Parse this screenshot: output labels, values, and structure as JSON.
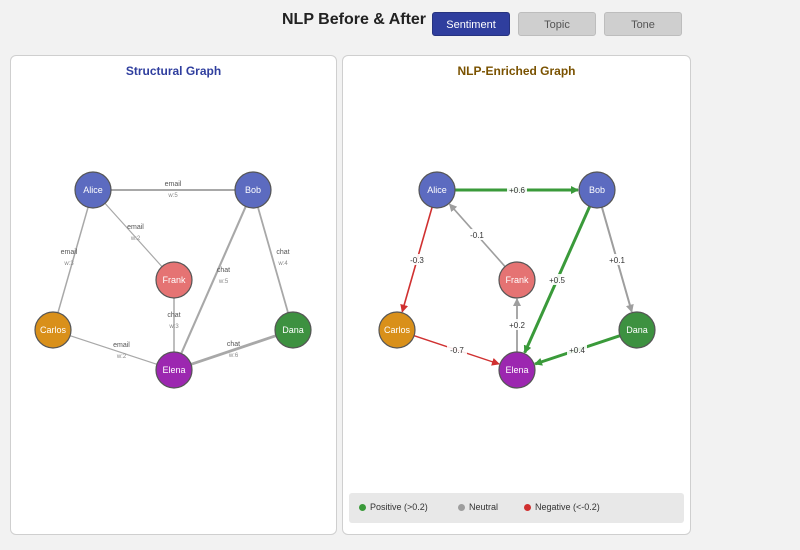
{
  "header": {
    "title": "NLP Before & After",
    "tabs": [
      {
        "label": "Sentiment",
        "active": true
      },
      {
        "label": "Topic",
        "active": false
      },
      {
        "label": "Tone",
        "active": false
      }
    ]
  },
  "colors": {
    "accent": "#2f3e9e",
    "positive": "#3a9a3a",
    "neutral": "#9e9e9e",
    "negative": "#d03030",
    "structural_title": "#2f3e9e",
    "enriched_title": "#7a5200"
  },
  "nodes": [
    {
      "id": "alice",
      "label": "Alice",
      "color": "#5c6bc0"
    },
    {
      "id": "bob",
      "label": "Bob",
      "color": "#5c6bc0"
    },
    {
      "id": "frank",
      "label": "Frank",
      "color": "#e57373"
    },
    {
      "id": "carlos",
      "label": "Carlos",
      "color": "#d9901a"
    },
    {
      "id": "dana",
      "label": "Dana",
      "color": "#3d9140"
    },
    {
      "id": "elena",
      "label": "Elena",
      "color": "#9c27b0"
    }
  ],
  "structural": {
    "title": "Structural Graph",
    "edges": [
      {
        "from": "alice",
        "to": "bob",
        "type": "email",
        "weight": "w:5"
      },
      {
        "from": "alice",
        "to": "frank",
        "type": "email",
        "weight": "w:2"
      },
      {
        "from": "alice",
        "to": "carlos",
        "type": "email",
        "weight": "w:3"
      },
      {
        "from": "bob",
        "to": "dana",
        "type": "chat",
        "weight": "w:4"
      },
      {
        "from": "bob",
        "to": "elena",
        "type": "chat",
        "weight": "w:5"
      },
      {
        "from": "frank",
        "to": "elena",
        "type": "chat",
        "weight": "w:3"
      },
      {
        "from": "carlos",
        "to": "elena",
        "type": "email",
        "weight": "w:2"
      },
      {
        "from": "dana",
        "to": "elena",
        "type": "chat",
        "weight": "w:6"
      }
    ]
  },
  "enriched": {
    "title": "NLP-Enriched Graph",
    "edges": [
      {
        "from": "alice",
        "to": "bob",
        "score": "+0.6",
        "sentiment": "positive"
      },
      {
        "from": "alice",
        "to": "carlos",
        "score": "-0.3",
        "sentiment": "negative"
      },
      {
        "from": "frank",
        "to": "alice",
        "score": "-0.1",
        "sentiment": "neutral"
      },
      {
        "from": "bob",
        "to": "elena",
        "score": "+0.5",
        "sentiment": "positive"
      },
      {
        "from": "bob",
        "to": "dana",
        "score": "+0.1",
        "sentiment": "neutral"
      },
      {
        "from": "elena",
        "to": "frank",
        "score": "+0.2",
        "sentiment": "neutral"
      },
      {
        "from": "carlos",
        "to": "elena",
        "score": "-0.7",
        "sentiment": "negative"
      },
      {
        "from": "dana",
        "to": "elena",
        "score": "+0.4",
        "sentiment": "positive"
      }
    ],
    "legend": [
      {
        "label": "Positive (>0.2)",
        "sentiment": "positive"
      },
      {
        "label": "Neutral",
        "sentiment": "neutral"
      },
      {
        "label": "Negative (<-0.2)",
        "sentiment": "negative"
      }
    ]
  }
}
